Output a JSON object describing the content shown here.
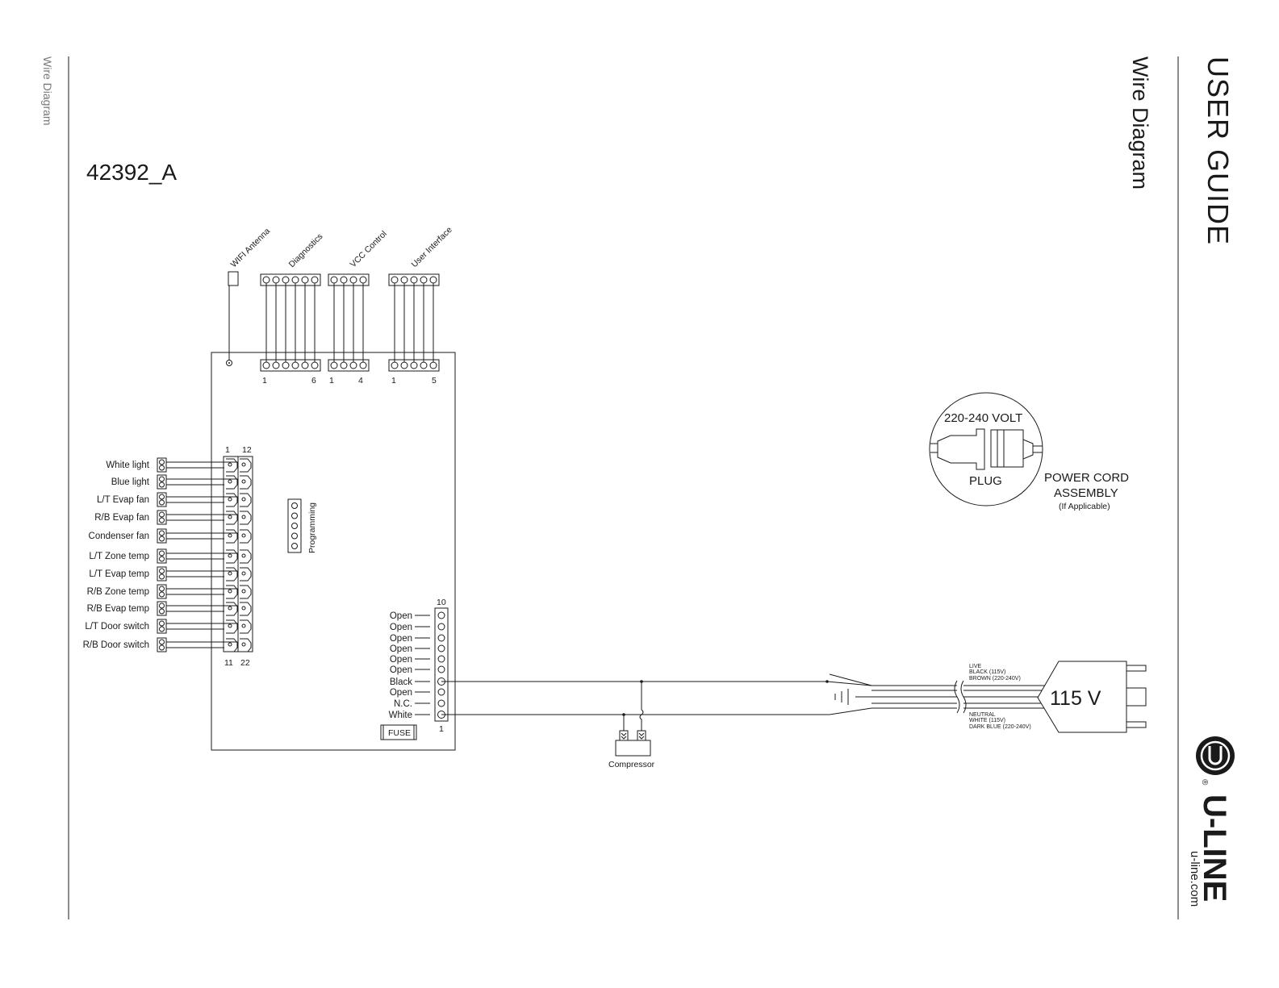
{
  "header": {
    "side_label": "Wire Diagram",
    "right_title": "USER GUIDE",
    "right_subtitle": "Wire Diagram",
    "doc_code": "42392_A"
  },
  "brand": {
    "logo_text": "U-LINE",
    "url": "u-line.com",
    "registered_mark": "®"
  },
  "top_connectors": [
    {
      "label": "WIFI Antenna",
      "pins": 0
    },
    {
      "label": "Diagnostics",
      "pins": 6,
      "start": "1",
      "end": "6"
    },
    {
      "label": "VCC Control",
      "pins": 4,
      "start": "1",
      "end": "4"
    },
    {
      "label": "User Interface",
      "pins": 5,
      "start": "1",
      "end": "5"
    }
  ],
  "left_connector": {
    "top_left": "1",
    "top_right": "12",
    "bottom_left": "11",
    "bottom_right": "22",
    "items": [
      "White light",
      "Blue light",
      "L/T Evap fan",
      "R/B Evap fan",
      "Condenser fan",
      "L/T Zone temp",
      "L/T Evap temp",
      "R/B Zone temp",
      "R/B Evap temp",
      "L/T Door switch",
      "R/B Door switch"
    ]
  },
  "programming": {
    "label": "Programming",
    "pins": 5
  },
  "power_connector": {
    "top": "10",
    "bottom": "1",
    "pins": [
      "Open",
      "Open",
      "Open",
      "Open",
      "Open",
      "Open",
      "Black",
      "Open",
      "N.C.",
      "White"
    ]
  },
  "fuse": {
    "label": "FUSE"
  },
  "compressor": {
    "label": "Compressor"
  },
  "plug_detail": {
    "voltage": "220-240 VOLT",
    "plug_label": "PLUG",
    "assembly_line1": "POWER CORD",
    "assembly_line2": "ASSEMBLY",
    "note": "(If Applicable)"
  },
  "mains": {
    "live_title": "LIVE",
    "live_115": "BLACK (115V)",
    "live_220": "BROWN (220-240V)",
    "neutral_title": "NEUTRAL",
    "neutral_115": "WHITE  (115V)",
    "neutral_220": "DARK BLUE (220-240V)",
    "voltage": "115 V"
  },
  "colors": {
    "ink": "#1a1a1a",
    "muted": "#777777"
  }
}
